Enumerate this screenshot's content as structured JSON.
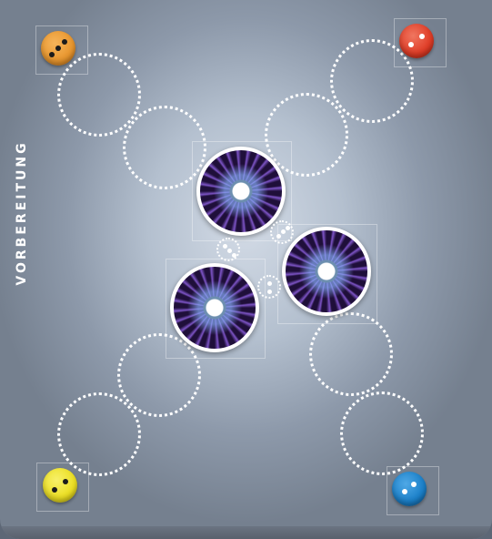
{
  "board": {
    "side_label": "VORBEREITUNG",
    "background_color": "#b4c0cf",
    "player_dice": [
      {
        "player": "orange",
        "color": "#e8962e",
        "face": 3
      },
      {
        "player": "red",
        "color": "#df3c26",
        "face": 2
      },
      {
        "player": "yellow",
        "color": "#ecdf22",
        "face": 2
      },
      {
        "player": "blue",
        "color": "#1a7fc8",
        "face": 2
      }
    ],
    "portals": [
      {
        "name": "portal-top"
      },
      {
        "name": "portal-right"
      },
      {
        "name": "portal-left"
      }
    ],
    "placement_spots": 8,
    "pip_tokens": [
      {
        "name": "pip-token-center",
        "face": 3
      },
      {
        "name": "pip-token-upper-right",
        "face": 3
      },
      {
        "name": "pip-token-lower-right",
        "face": 2
      }
    ],
    "icons": {
      "portal": "vortex-portal-icon",
      "die": "die-icon",
      "spot": "dotted-circle-spot-icon"
    }
  }
}
